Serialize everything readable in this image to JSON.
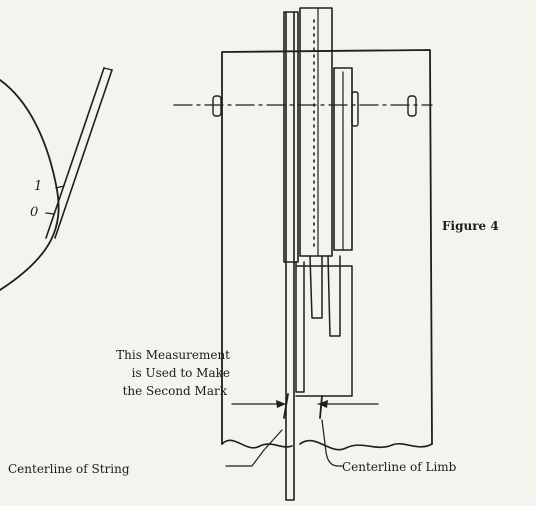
{
  "figure": {
    "caption": "Figure 4",
    "marks": {
      "first": "1",
      "zero": "0"
    },
    "measurement_label": [
      "This Measurement",
      "is Used to Make",
      "the Second Mark"
    ],
    "string_label": "Centerline of String",
    "limb_label": "Centerline of Limb"
  }
}
